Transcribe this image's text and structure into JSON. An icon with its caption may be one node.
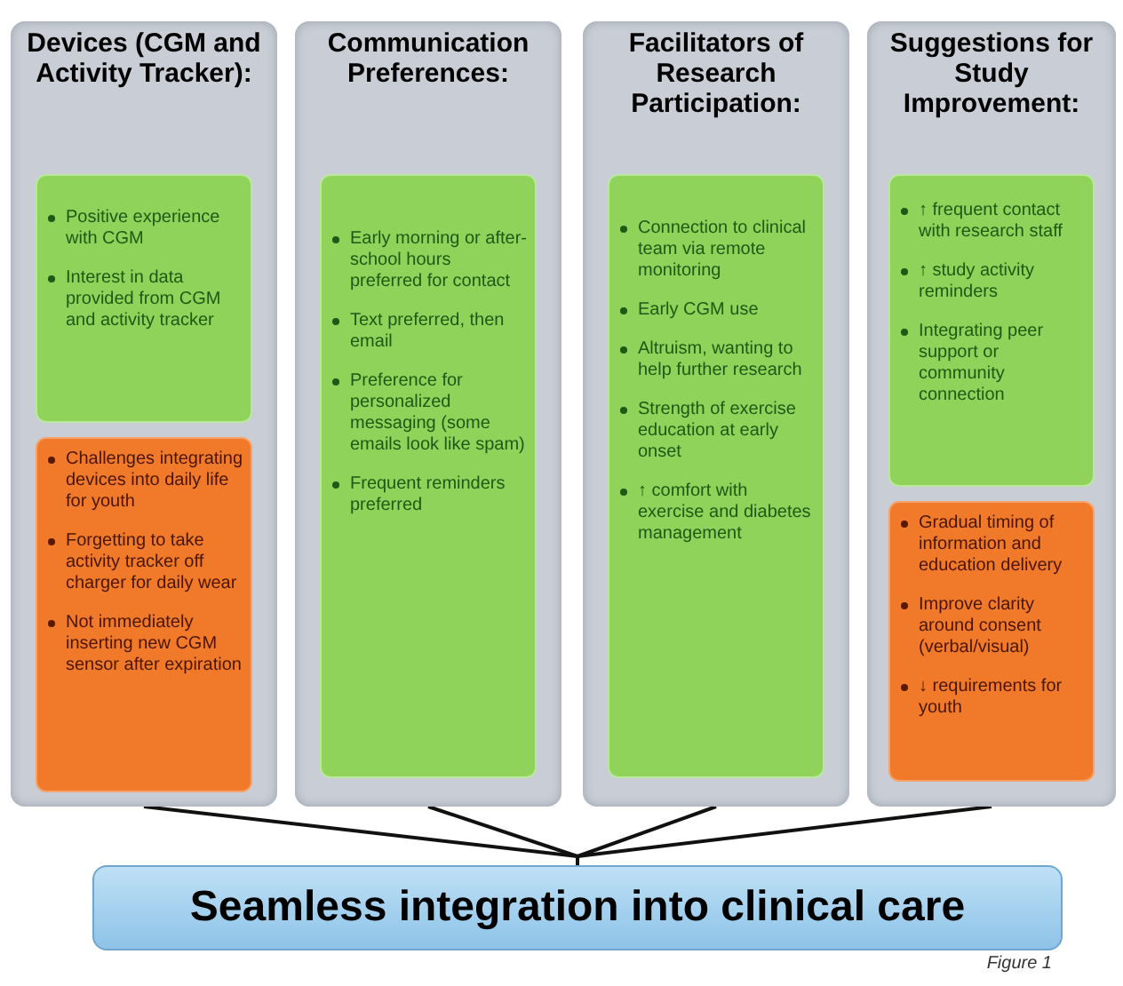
{
  "diagram": {
    "nodes": [
      {
        "text": [
          "Devices (CGM and Activity Tracker):"
        ]
      },
      {
        "text": [
          "Positive experience with CGM",
          "Interest in data provided from CGM and activity tracker"
        ],
        "in": 0
      },
      {
        "text": [
          "Challenges integrating devices into daily life for youth",
          "Forgetting to take activity tracker off charger for daily wear",
          "Not immediately inserting new CGM sensor after expiration"
        ],
        "in": 0
      },
      {
        "text": [
          "Communication Preferences:"
        ]
      },
      {
        "text": [
          "Early morning or after-school hours preferred for contact",
          "Text preferred, then email",
          "Preference for personalized messaging (some emails look like spam)",
          "Frequent reminders preferred"
        ],
        "in": 3
      },
      {
        "text": [
          "Facilitators of Research Participation:"
        ]
      },
      {
        "text": [
          "Connection to clinical team via remote monitoring",
          "Early CGM use",
          "Altruism, wanting to help further research",
          "Strength of exercise education at early onset",
          "↑ comfort with exercise and diabetes management"
        ],
        "in": 5
      },
      {
        "text": [
          "Suggestions for Study Improvement:"
        ]
      },
      {
        "text": [
          "↑ frequent contact with research staff",
          "↑ study activity reminders",
          "Integrating peer support or community connection"
        ],
        "in": 7
      },
      {
        "text": [
          "Gradual timing of information and education delivery",
          "Improve clarity around consent (verbal/visual)",
          "↓ requirements for youth"
        ],
        "in": 7
      },
      {
        "text": [
          "Seamless integration into clinical care"
        ]
      }
    ],
    "edges": [
      {
        "from": 0,
        "to": 10,
        "arrow": "none"
      },
      {
        "from": 3,
        "to": 10,
        "arrow": "none"
      },
      {
        "from": 5,
        "to": 10,
        "arrow": "none"
      },
      {
        "from": 7,
        "to": 10,
        "arrow": "none"
      }
    ],
    "labels": [
      "Figure 1"
    ]
  }
}
